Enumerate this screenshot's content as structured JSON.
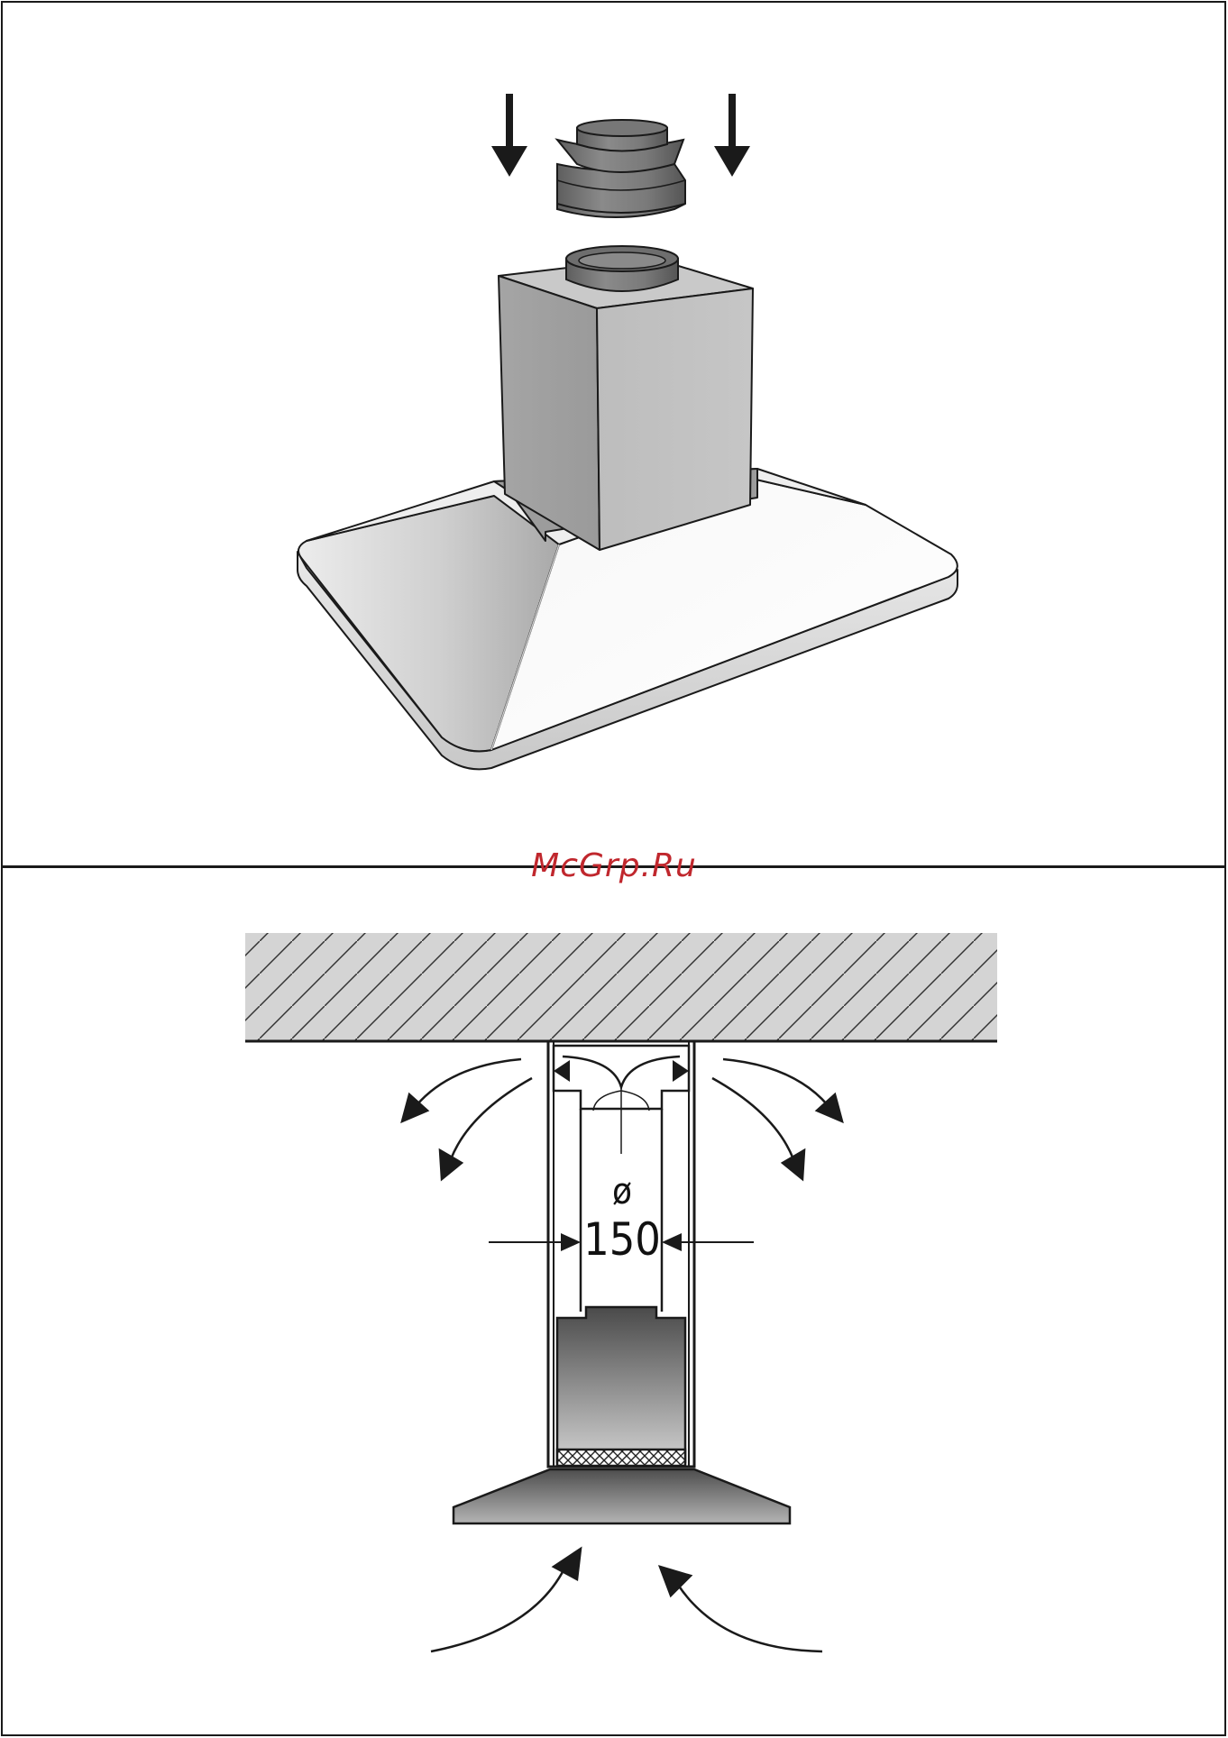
{
  "watermark": {
    "text": "McGrp.Ru",
    "color": "#c0272d"
  },
  "dimension": {
    "symbol": "ø",
    "value": "150"
  },
  "icons": {
    "push_arrows": "down-arrow-icon",
    "exhaust_arrows": "curved-arrow-icon",
    "intake_arrows": "curved-arrow-icon"
  },
  "colors": {
    "outline": "#1a1a1a",
    "hood_body": "#e6e6e6",
    "chimney": "#b5b5b5",
    "adapter": "#7a7a7a",
    "ceiling_hatch": "#d4d4d4"
  }
}
